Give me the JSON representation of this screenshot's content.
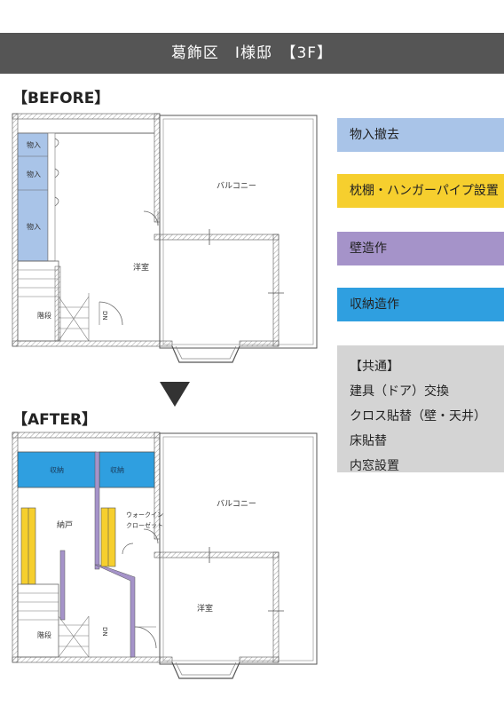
{
  "header": {
    "title": "葛飾区　I様邸　【3F】"
  },
  "before": {
    "label": "【BEFORE】",
    "rooms": {
      "storage1": "物入",
      "storage2": "物入",
      "storage3": "物入",
      "balcony": "バルコニー",
      "western": "洋室",
      "stairs": "階段",
      "down": "DN"
    }
  },
  "after": {
    "label": "【AFTER】",
    "rooms": {
      "shelf1": "収納",
      "shelf2": "収納",
      "closet": "納戸",
      "walkin1": "ウォークイン",
      "walkin2": "クローゼット",
      "balcony": "バルコニー",
      "western": "洋室",
      "stairs": "階段",
      "down": "DN"
    }
  },
  "legend": [
    {
      "label": "物入撤去",
      "color": "#a9c4e8"
    },
    {
      "label": "枕棚・ハンガーパイプ設置",
      "color": "#f6cf2e"
    },
    {
      "label": "壁造作",
      "color": "#a593c9"
    },
    {
      "label": "収納造作",
      "color": "#2f9fe0"
    }
  ],
  "common": {
    "title": "【共通】",
    "items": [
      "建具（ドア）交換",
      "クロス貼替（壁・天井）",
      "床貼替",
      "内窓設置"
    ]
  }
}
